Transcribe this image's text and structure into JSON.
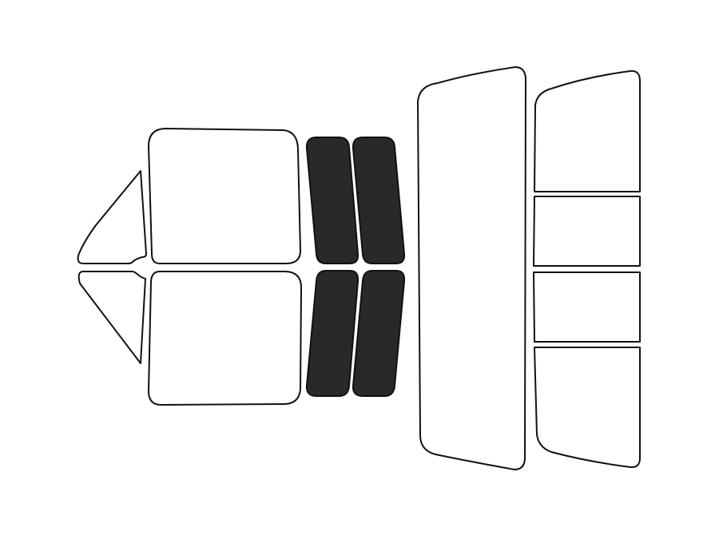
{
  "colors": {
    "background": "#ffffff",
    "outline": "#111111",
    "tinted": "#2b2828"
  },
  "panels": [
    {
      "name": "front-vent-window-upper",
      "tinted": false
    },
    {
      "name": "front-vent-window-lower",
      "tinted": false
    },
    {
      "name": "front-door-window-upper",
      "tinted": false
    },
    {
      "name": "front-door-window-lower",
      "tinted": false
    },
    {
      "name": "rear-door-window-upper-left",
      "tinted": true
    },
    {
      "name": "rear-door-window-upper-right",
      "tinted": true
    },
    {
      "name": "rear-door-window-lower-left",
      "tinted": true
    },
    {
      "name": "rear-door-window-lower-right",
      "tinted": true
    },
    {
      "name": "rear-windshield",
      "tinted": false
    },
    {
      "name": "back-window-top",
      "tinted": false
    },
    {
      "name": "back-window-upper-middle",
      "tinted": false
    },
    {
      "name": "back-window-lower-middle",
      "tinted": false
    },
    {
      "name": "back-window-bottom",
      "tinted": false
    }
  ]
}
